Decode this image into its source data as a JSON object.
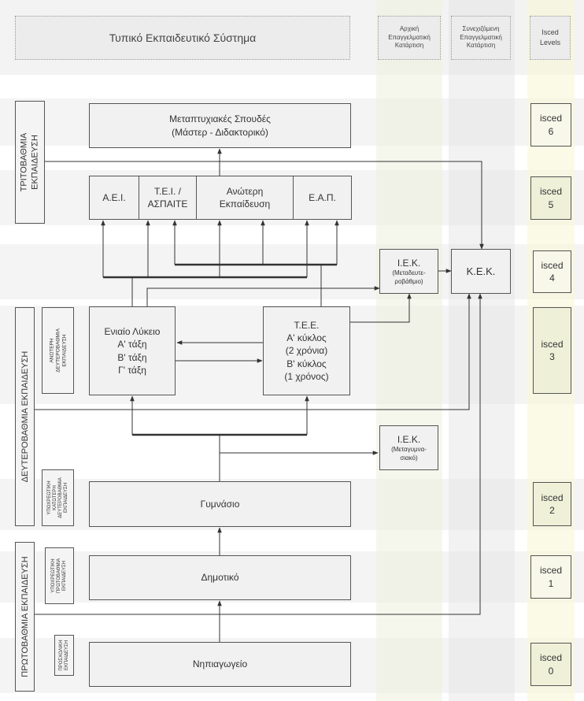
{
  "title": "Τυπικό Εκπαιδευτικό Σύστημα",
  "col_headers": {
    "initial_vocational": "Αρχική Επαγγελματική Κατάρτιση",
    "continuing_vocational": "Συνεχιζόμενη Επαγγελματική Κατάρτιση",
    "isced_levels": "Isced Levels"
  },
  "side_labels": {
    "tertiary": [
      "ΤΡΙΤΟΒΑΘΜΙΑ",
      "ΕΚΠΑΙΔΕΥΣΗ"
    ],
    "secondary": "ΔΕΥΤΕΡΟΒΑΘΜΙΑ ΕΚΠΑΙΔΕΥΣΗ",
    "primary": "ΠΡΩΤΟΒΑΘΜΙΑ ΕΚΠΑΙΔΕΥΣΗ",
    "upper_secondary": [
      "ΑΝΩΤΕΡΗ",
      "ΔΕΥΤΕΡΟΒΑΘΜΙΑ",
      "ΕΚΠΑΙΔΕΥΣΗ"
    ],
    "lower_secondary": [
      "ΥΠΟΧΡΕΩΤΙΚΗ",
      "ΚΑΤΩΤΕΡΗ",
      "ΔΕΥΤΕΡΟΒΑΘΜΙΑ",
      "ΕΚΠΑΙΔΕΥΣΗ"
    ],
    "compulsory_primary": [
      "ΥΠΟΧΡΕΩΤΙΚΗ",
      "ΠΡΩΤΟΒΑΘΜΙΑ",
      "ΕΚΠΑΙΔΕΥΣΗ"
    ],
    "preschool": [
      "ΠΡΟΣΧΟΛΙΚΗ",
      "ΕΚΠΑΙΔΕΥΣΗ"
    ]
  },
  "nodes": {
    "postgrad": [
      "Μεταπτυχιακές Σπουδές",
      "(Μάστερ - Διδακτορικό)"
    ],
    "aei": "Α.Ε.Ι.",
    "tei": [
      "Τ.Ε.Ι. /",
      "ΑΣΠΑΙΤΕ"
    ],
    "anoteri": [
      "Ανώτερη",
      "Εκπαίδευση"
    ],
    "eap": "Ε.Α.Π.",
    "iek_post": [
      "Ι.Ε.Κ.",
      "(Μεταδευτε-",
      "ροβάθμιο)"
    ],
    "kek": "Κ.Ε.Κ.",
    "lykeio": [
      "Ενιαίο Λύκειο",
      "Α' τάξη",
      "Β' τάξη",
      "Γ' τάξη"
    ],
    "tee": [
      "Τ.Ε.Ε.",
      "Α' κύκλος",
      "(2 χρόνια)",
      "Β' κύκλος",
      "(1 χρόνος)"
    ],
    "iek_gym": [
      "Ι.Ε.Κ.",
      "(Μεταγυμνα-",
      "σιακό)"
    ],
    "gymnasio": "Γυμνάσιο",
    "dimotiko": "Δημοτικό",
    "nipiagogeio": "Νηπιαγωγείο"
  },
  "isced": [
    {
      "label": "isced",
      "level": "6"
    },
    {
      "label": "isced",
      "level": "5"
    },
    {
      "label": "isced",
      "level": "4"
    },
    {
      "label": "isced",
      "level": "3"
    },
    {
      "label": "isced",
      "level": "2"
    },
    {
      "label": "isced",
      "level": "1"
    },
    {
      "label": "isced",
      "level": "0"
    }
  ],
  "colors": {
    "band": "#f2f2f2",
    "isced_col": "#f6f6e4",
    "isced_box": "#f7f7ea",
    "isced_box_alt": "#eef0d8",
    "line": "#333333"
  }
}
